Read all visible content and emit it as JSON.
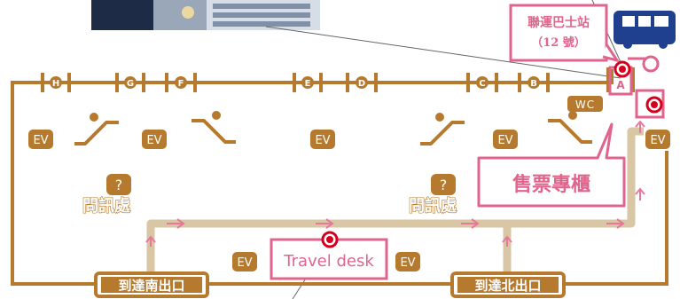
{
  "gates": [
    "H",
    "G",
    "F",
    "E",
    "D",
    "C",
    "B",
    "A"
  ],
  "elevator_label": "EV",
  "wc_label": "WC",
  "info_mark": "?",
  "info_desk_label": "問訊處",
  "ticket_counter_label": "售票專櫃",
  "bus_station": {
    "line1": "聯運巴士站",
    "line2": "（12 號）"
  },
  "travel_desk_label": "Travel desk",
  "exits": {
    "south": "到達南出口",
    "north": "到達北出口"
  },
  "colors": {
    "wall": "#b57a2e",
    "route": "#d9c6a5",
    "arrow": "#e8789a",
    "highlight": "#e0648c",
    "bus": "#1f3f8f",
    "marker": "#d6001c"
  }
}
